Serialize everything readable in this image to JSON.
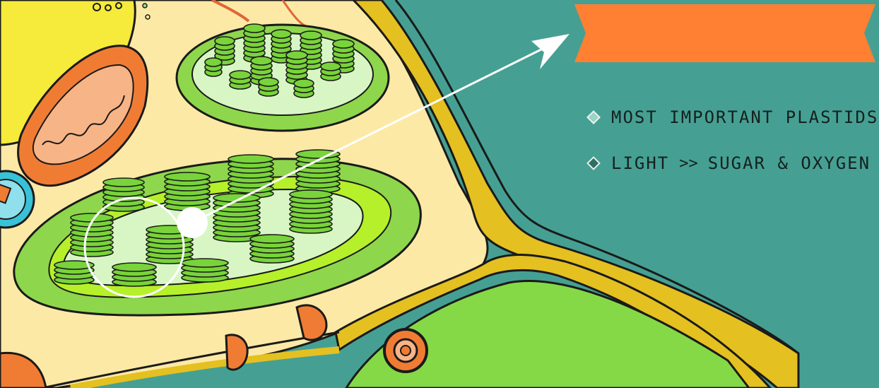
{
  "banner": {
    "text": ""
  },
  "bullets": [
    {
      "text": "MOST IMPORTANT PLASTIDS"
    },
    {
      "left": "LIGHT",
      "separator": ">>",
      "right": "SUGAR & OXYGEN"
    }
  ],
  "colors": {
    "background": "#45a093",
    "banner": "#ff7f33",
    "cell_wall": "#e4c021",
    "cytoplasm": "#fde9a6",
    "chloroplast_outer": "#8ed64b",
    "chloroplast_inner": "#d7f6c4",
    "thylakoid": "#79d33a",
    "mitochondrion": "#f07c34",
    "vacuole": "#86d946"
  }
}
